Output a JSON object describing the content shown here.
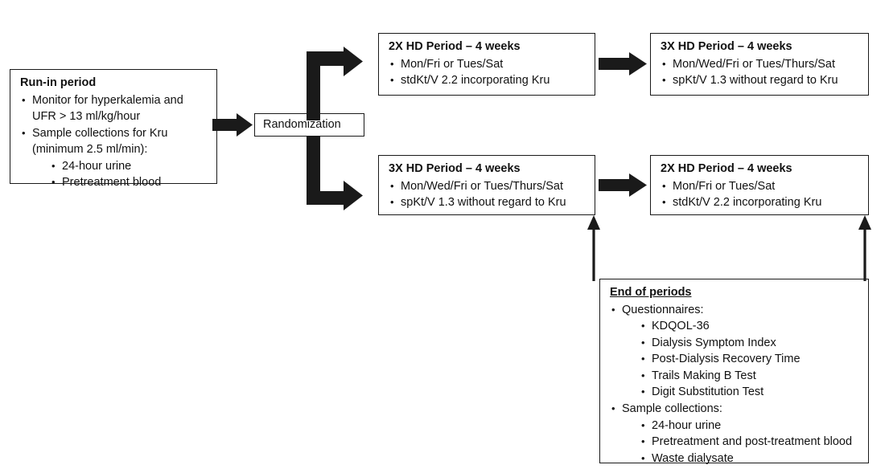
{
  "diagram": {
    "title": "Crossover trial schema: 2X vs 3X hemodialysis periods",
    "boxes": {
      "run_in": {
        "heading": "Run-in period",
        "items": [
          {
            "text": "Monitor for hyperkalemia and",
            "cont": "UFR > 13 ml/kg/hour"
          },
          {
            "text": "Sample collections for Kru",
            "cont": "(minimum 2.5 ml/min):",
            "sub": [
              "24-hour urine",
              "Pretreatment blood"
            ]
          }
        ]
      },
      "randomization": {
        "label": "Randomization"
      },
      "period1_top": {
        "heading": "2X HD Period – 4 weeks",
        "items": [
          {
            "text": "Mon/Fri or Tues/Sat"
          },
          {
            "text": "stdKt/V 2.2 incorporating Kru"
          }
        ]
      },
      "period2_top": {
        "heading": "3X HD Period – 4 weeks",
        "items": [
          {
            "text": "Mon/Wed/Fri or Tues/Thurs/Sat"
          },
          {
            "text": "spKt/V 1.3 without regard to Kru"
          }
        ]
      },
      "period1_bottom": {
        "heading": "3X HD Period – 4 weeks",
        "items": [
          {
            "text": "Mon/Wed/Fri or Tues/Thurs/Sat"
          },
          {
            "text": "spKt/V 1.3 without regard to Kru"
          }
        ]
      },
      "period2_bottom": {
        "heading": "2X HD Period – 4 weeks",
        "items": [
          {
            "text": "Mon/Fri or Tues/Sat"
          },
          {
            "text": "stdKt/V 2.2 incorporating Kru"
          }
        ]
      },
      "end_of_periods": {
        "heading": "End of periods",
        "items": [
          {
            "text": "Questionnaires:",
            "sub": [
              "KDQOL-36",
              "Dialysis Symptom Index",
              "Post-Dialysis Recovery Time",
              "Trails Making B Test",
              "Digit Substitution Test"
            ]
          },
          {
            "text": "Sample collections:",
            "sub": [
              "24-hour urine",
              "Pretreatment and post-treatment blood",
              "Waste dialysate"
            ]
          }
        ]
      }
    },
    "arrows": [
      {
        "name": "runin-to-randomization",
        "kind": "straight-right"
      },
      {
        "name": "randomization-to-2x-top",
        "kind": "elbow-up-right"
      },
      {
        "name": "randomization-to-3x-bottom",
        "kind": "elbow-down-right"
      },
      {
        "name": "2x-top-to-3x-top",
        "kind": "straight-right"
      },
      {
        "name": "3x-bottom-to-2x-bottom",
        "kind": "straight-right"
      },
      {
        "name": "endperiods-to-3x-bottom",
        "kind": "line-up"
      },
      {
        "name": "endperiods-to-2x-bottom",
        "kind": "line-up"
      }
    ],
    "colors": {
      "ink": "#1a1a1a",
      "background": "#ffffff",
      "border": "#1a1a1a"
    }
  }
}
